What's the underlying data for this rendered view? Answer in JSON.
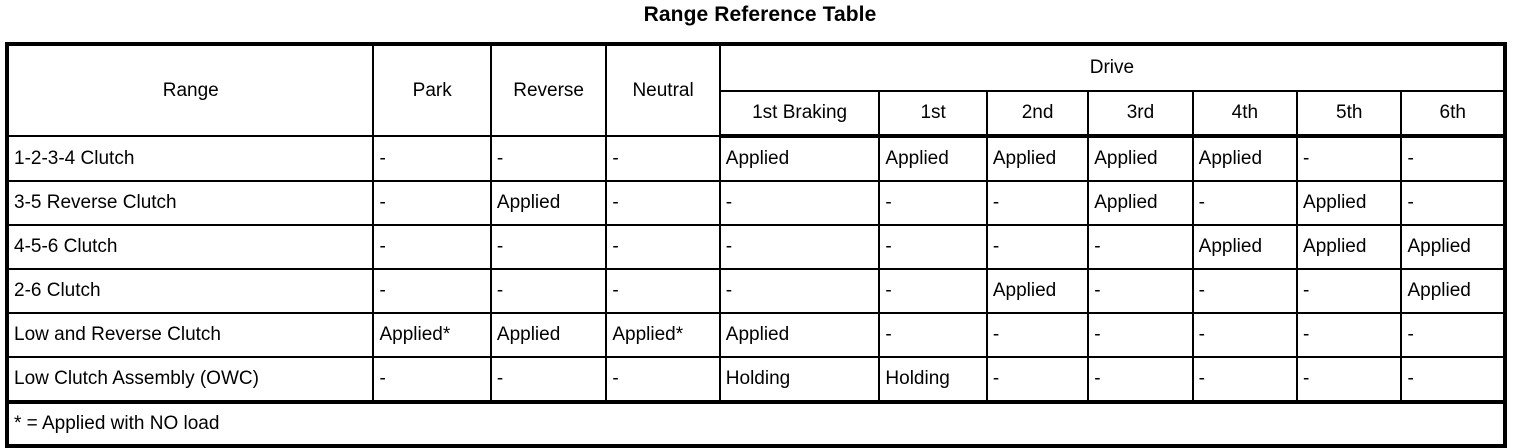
{
  "title": "Range Reference Table",
  "table": {
    "row_header_label": "Range",
    "single_columns": [
      "Park",
      "Reverse",
      "Neutral"
    ],
    "group_header": "Drive",
    "drive_columns": [
      "1st Braking",
      "1st",
      "2nd",
      "3rd",
      "4th",
      "5th",
      "6th"
    ],
    "rows": [
      {
        "label": "1-2-3-4 Clutch",
        "values": [
          "-",
          "-",
          "-",
          "Applied",
          "Applied",
          "Applied",
          "Applied",
          "Applied",
          "-",
          "-"
        ]
      },
      {
        "label": "3-5 Reverse Clutch",
        "values": [
          "-",
          "Applied",
          "-",
          "-",
          "-",
          "-",
          "Applied",
          "-",
          "Applied",
          "-"
        ]
      },
      {
        "label": "4-5-6 Clutch",
        "values": [
          "-",
          "-",
          "-",
          "-",
          "-",
          "-",
          "-",
          "Applied",
          "Applied",
          "Applied"
        ]
      },
      {
        "label": "2-6 Clutch",
        "values": [
          "-",
          "-",
          "-",
          "-",
          "-",
          "Applied",
          "-",
          "-",
          "-",
          "Applied"
        ]
      },
      {
        "label": "Low and Reverse Clutch",
        "values": [
          "Applied*",
          "Applied",
          "Applied*",
          "Applied",
          "-",
          "-",
          "-",
          "-",
          "-",
          "-"
        ]
      },
      {
        "label": "Low Clutch Assembly (OWC)",
        "values": [
          "-",
          "-",
          "-",
          "Holding",
          "Holding",
          "-",
          "-",
          "-",
          "-",
          "-"
        ]
      }
    ],
    "footnote": "* = Applied with NO load"
  },
  "colors": {
    "text": "#000000",
    "background": "#ffffff",
    "border": "#000000"
  }
}
